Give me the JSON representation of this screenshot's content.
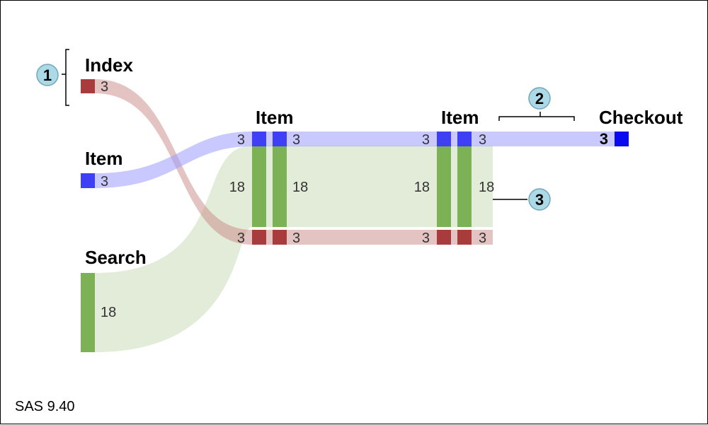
{
  "colors": {
    "index": "#a83c3c",
    "item": "#3f3ff5",
    "search": "#7db155",
    "checkout": "#0a0af0",
    "callout": "#add8e6"
  },
  "stages": [
    {
      "label": "Index"
    },
    {
      "label": "Item"
    },
    {
      "label": "Search"
    },
    {
      "label": "Item"
    },
    {
      "label": "Item"
    },
    {
      "label": "Checkout"
    }
  ],
  "flows": {
    "stage1_index": "3",
    "stage1_item": "3",
    "stage1_search": "18",
    "stage2_in_item": "3",
    "stage2_in_search": "18",
    "stage2_in_index": "3",
    "stage2_out_item": "3",
    "stage2_out_search": "18",
    "stage2_out_index": "3",
    "stage3_in_item": "3",
    "stage3_in_search": "18",
    "stage3_in_index": "3",
    "stage3_out_item": "3",
    "stage3_out_search": "18",
    "stage3_out_index": "3",
    "stage4_in_item": "3"
  },
  "callouts": [
    "1",
    "2",
    "3"
  ],
  "footer": "SAS 9.40"
}
